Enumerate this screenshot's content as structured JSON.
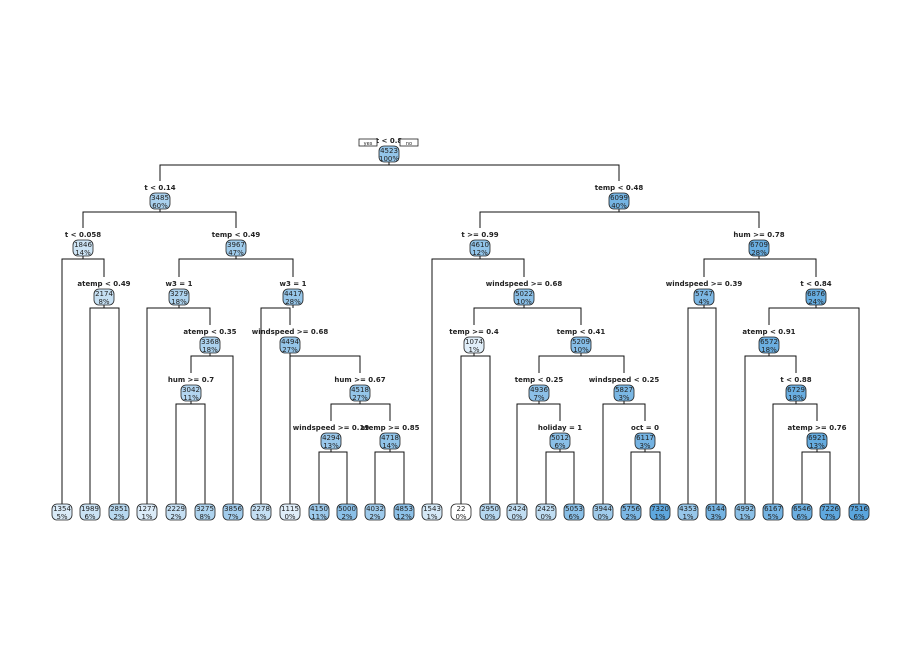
{
  "colors": {
    "low": "#ffffff",
    "high": "#5aa5dd",
    "stroke": "#222222",
    "edge": "#111111"
  },
  "legend": {
    "yes": "yes",
    "no": "no"
  },
  "tree": {
    "id": "root",
    "split": "t < 0.8",
    "value": "4523",
    "pct": "100%",
    "children": [
      {
        "id": "n2",
        "split": "t < 0.14",
        "value": "3485",
        "pct": "60%",
        "children": [
          {
            "id": "n4",
            "split": "t < 0.058",
            "value": "1846",
            "pct": "14%",
            "children": [
              {
                "id": "l1",
                "value": "1354",
                "pct": "5%"
              },
              {
                "id": "n9",
                "split": "atemp < 0.49",
                "value": "2174",
                "pct": "8%",
                "children": [
                  {
                    "id": "l2",
                    "value": "1989",
                    "pct": "6%"
                  },
                  {
                    "id": "l3",
                    "value": "2851",
                    "pct": "2%"
                  }
                ]
              }
            ]
          },
          {
            "id": "n5",
            "split": "temp < 0.49",
            "value": "3967",
            "pct": "47%",
            "children": [
              {
                "id": "n10",
                "split": "w3 = 1",
                "value": "3279",
                "pct": "18%",
                "children": [
                  {
                    "id": "l4",
                    "value": "1277",
                    "pct": "1%"
                  },
                  {
                    "id": "n21",
                    "split": "atemp < 0.35",
                    "value": "3368",
                    "pct": "18%",
                    "children": [
                      {
                        "id": "n42",
                        "split": "hum >= 0.7",
                        "value": "3042",
                        "pct": "11%",
                        "children": [
                          {
                            "id": "l5",
                            "value": "2229",
                            "pct": "2%"
                          },
                          {
                            "id": "l6",
                            "value": "3275",
                            "pct": "8%"
                          }
                        ]
                      },
                      {
                        "id": "l7",
                        "value": "3856",
                        "pct": "7%"
                      }
                    ]
                  }
                ]
              },
              {
                "id": "n11",
                "split": "w3 = 1",
                "value": "4417",
                "pct": "28%",
                "children": [
                  {
                    "id": "l8",
                    "value": "2278",
                    "pct": "1%"
                  },
                  {
                    "id": "n23",
                    "split": "windspeed >= 0.68",
                    "value": "4494",
                    "pct": "27%",
                    "children": [
                      {
                        "id": "l9",
                        "value": "1115",
                        "pct": "0%"
                      },
                      {
                        "id": "n47",
                        "split": "hum >= 0.67",
                        "value": "4518",
                        "pct": "27%",
                        "children": [
                          {
                            "id": "n94",
                            "split": "windspeed >= 0.19",
                            "value": "4294",
                            "pct": "13%",
                            "children": [
                              {
                                "id": "l10",
                                "value": "4150",
                                "pct": "11%"
                              },
                              {
                                "id": "l11",
                                "value": "5000",
                                "pct": "2%"
                              }
                            ]
                          },
                          {
                            "id": "n95",
                            "split": "atemp >= 0.85",
                            "value": "4718",
                            "pct": "14%",
                            "children": [
                              {
                                "id": "l12",
                                "value": "4032",
                                "pct": "2%"
                              },
                              {
                                "id": "l13",
                                "value": "4853",
                                "pct": "12%"
                              }
                            ]
                          }
                        ]
                      }
                    ]
                  }
                ]
              }
            ]
          }
        ]
      },
      {
        "id": "n3",
        "split": "temp < 0.48",
        "value": "6099",
        "pct": "40%",
        "children": [
          {
            "id": "n6",
            "split": "t >= 0.99",
            "value": "4610",
            "pct": "12%",
            "children": [
              {
                "id": "l14",
                "value": "1543",
                "pct": "1%"
              },
              {
                "id": "n13",
                "split": "windspeed >= 0.68",
                "value": "5022",
                "pct": "10%",
                "children": [
                  {
                    "id": "n26",
                    "split": "temp >= 0.4",
                    "value": "1074",
                    "pct": "1%",
                    "children": [
                      {
                        "id": "l15",
                        "value": "22",
                        "pct": "0%"
                      },
                      {
                        "id": "l16",
                        "value": "2950",
                        "pct": "0%"
                      }
                    ]
                  },
                  {
                    "id": "n27",
                    "split": "temp < 0.41",
                    "value": "5209",
                    "pct": "10%",
                    "children": [
                      {
                        "id": "n54",
                        "split": "temp < 0.25",
                        "value": "4936",
                        "pct": "7%",
                        "children": [
                          {
                            "id": "l17",
                            "value": "2424",
                            "pct": "0%"
                          },
                          {
                            "id": "n109",
                            "split": "holiday = 1",
                            "value": "5012",
                            "pct": "6%",
                            "children": [
                              {
                                "id": "l18",
                                "value": "2425",
                                "pct": "0%"
                              },
                              {
                                "id": "l19",
                                "value": "5053",
                                "pct": "6%"
                              }
                            ]
                          }
                        ]
                      },
                      {
                        "id": "n55",
                        "split": "windspeed < 0.25",
                        "value": "5827",
                        "pct": "3%",
                        "children": [
                          {
                            "id": "l20",
                            "value": "3944",
                            "pct": "0%"
                          },
                          {
                            "id": "n111",
                            "split": "oct = 0",
                            "value": "6117",
                            "pct": "3%",
                            "children": [
                              {
                                "id": "l21",
                                "value": "5756",
                                "pct": "2%"
                              },
                              {
                                "id": "l22",
                                "value": "7320",
                                "pct": "1%"
                              }
                            ]
                          }
                        ]
                      }
                    ]
                  }
                ]
              }
            ]
          },
          {
            "id": "n7",
            "split": "hum >= 0.78",
            "value": "6709",
            "pct": "28%",
            "children": [
              {
                "id": "n14",
                "split": "windspeed >= 0.39",
                "value": "5747",
                "pct": "4%",
                "children": [
                  {
                    "id": "l23",
                    "value": "4353",
                    "pct": "1%"
                  },
                  {
                    "id": "l24",
                    "value": "6144",
                    "pct": "3%"
                  }
                ]
              },
              {
                "id": "n15",
                "split": "t < 0.84",
                "value": "6876",
                "pct": "24%",
                "children": [
                  {
                    "id": "n30",
                    "split": "atemp < 0.91",
                    "value": "6572",
                    "pct": "18%",
                    "children": [
                      {
                        "id": "l25",
                        "value": "4992",
                        "pct": "1%"
                      },
                      {
                        "id": "n61",
                        "split": "t < 0.88",
                        "value": "6729",
                        "pct": "18%",
                        "children": [
                          {
                            "id": "l26",
                            "value": "6167",
                            "pct": "5%"
                          },
                          {
                            "id": "n123",
                            "split": "atemp >= 0.76",
                            "value": "6921",
                            "pct": "13%",
                            "children": [
                              {
                                "id": "l27",
                                "value": "6546",
                                "pct": "6%"
                              },
                              {
                                "id": "l28",
                                "value": "7226",
                                "pct": "7%"
                              }
                            ]
                          }
                        ]
                      }
                    ]
                  },
                  {
                    "id": "l29",
                    "value": "7516",
                    "pct": "6%"
                  }
                ]
              }
            ]
          }
        ]
      }
    ]
  }
}
